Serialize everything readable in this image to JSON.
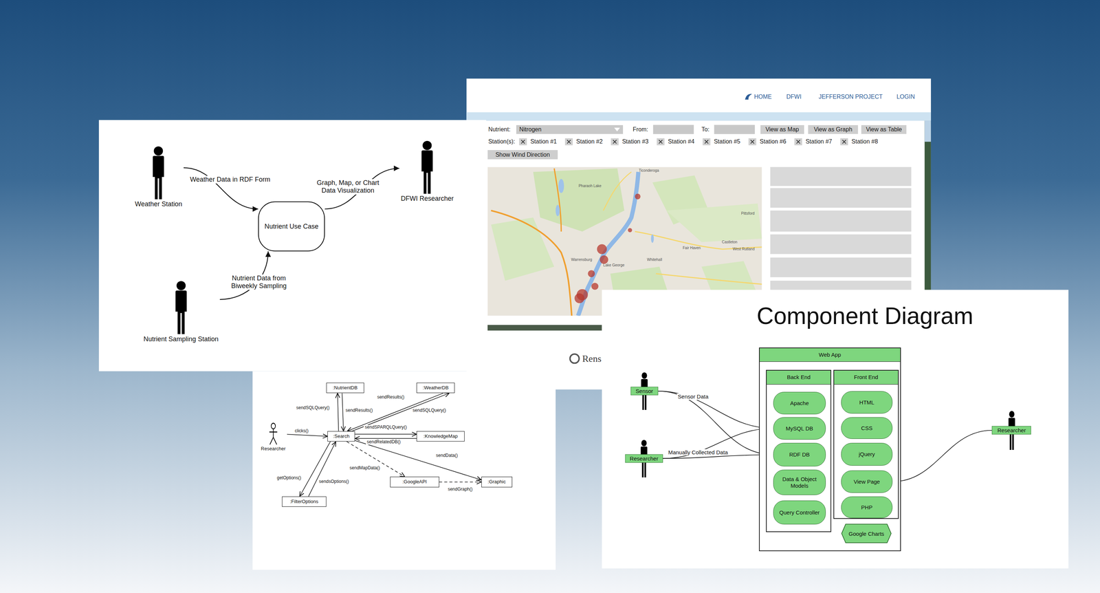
{
  "diagram": {
    "title": "Component Diagram",
    "nodes": [
      {
        "text": [
          "Weather Station"
        ]
      },
      {
        "text": [
          "DFWI Researcher"
        ]
      },
      {
        "text": [
          "Nutrient Use Case"
        ]
      },
      {
        "text": [
          "Nutrient Sampling Station"
        ]
      },
      {
        "text": [
          "Nitrogen"
        ]
      },
      {
        "text": [
          "View as Map"
        ]
      },
      {
        "text": [
          "View as Graph"
        ]
      },
      {
        "text": [
          "View as Table"
        ]
      },
      {
        "text": [
          "Show Wind Direction"
        ]
      },
      {
        "text": [
          ":NutrientDB"
        ]
      },
      {
        "text": [
          ":WeatherDB"
        ]
      },
      {
        "text": [
          "Researcher"
        ]
      },
      {
        "text": [
          ":Search"
        ]
      },
      {
        "text": [
          ":KnowledgeMap"
        ]
      },
      {
        "text": [
          ":GoogleAPI"
        ]
      },
      {
        "text": [
          ":Graphic"
        ]
      },
      {
        "text": [
          ":FilterOptions"
        ]
      },
      {
        "text": [
          "Sensor"
        ]
      },
      {
        "text": [
          "Researcher"
        ]
      },
      {
        "text": [
          "Web App"
        ]
      },
      {
        "text": [
          "Back End"
        ],
        "in": 19
      },
      {
        "text": [
          "Apache"
        ],
        "in": 20
      },
      {
        "text": [
          "MySQL DB"
        ],
        "in": 20
      },
      {
        "text": [
          "RDF DB"
        ],
        "in": 20
      },
      {
        "text": [
          "Data & Object Models"
        ],
        "in": 20
      },
      {
        "text": [
          "Query Controller"
        ],
        "in": 20
      },
      {
        "text": [
          "Front End"
        ],
        "in": 19
      },
      {
        "text": [
          "HTML"
        ],
        "in": 26
      },
      {
        "text": [
          "CSS"
        ],
        "in": 26
      },
      {
        "text": [
          "jQuery"
        ],
        "in": 26
      },
      {
        "text": [
          "View Page"
        ],
        "in": 26
      },
      {
        "text": [
          "PHP"
        ],
        "in": 26
      },
      {
        "text": [
          "Google Charts"
        ],
        "in": 19
      },
      {
        "text": [
          "Researcher"
        ]
      }
    ],
    "edges": [
      {
        "from": 0,
        "to": 2,
        "arrow": "to",
        "label": "Weather Data in RDF Form"
      },
      {
        "from": 3,
        "to": 2,
        "arrow": "to",
        "label": "Nutrient Data from Biweekly Sampling"
      },
      {
        "from": 2,
        "to": 1,
        "arrow": "to",
        "label": "Graph, Map, or Chart Data Visualization"
      },
      {
        "from": 11,
        "to": 12,
        "arrow": "to",
        "label": "clicks()"
      },
      {
        "from": 12,
        "to": 9,
        "arrow": "to",
        "label": "sendSQLQuery()"
      },
      {
        "from": 9,
        "to": 12,
        "arrow": "to",
        "label": "sendResults()"
      },
      {
        "from": 10,
        "to": 12,
        "arrow": "to",
        "label": "sendResults()"
      },
      {
        "from": 12,
        "to": 10,
        "arrow": "to",
        "label": "sendSQLQuery()"
      },
      {
        "from": 12,
        "to": 13,
        "arrow": "to",
        "label": "sendSPARQLQuery()"
      },
      {
        "from": 13,
        "to": 12,
        "arrow": "to",
        "label": "sendRelatedDB()"
      },
      {
        "from": 12,
        "to": 14,
        "arrow": "to",
        "label": "sendMapData()"
      },
      {
        "from": 12,
        "to": 15,
        "arrow": "to",
        "label": "sendData()"
      },
      {
        "from": 14,
        "to": 15,
        "arrow": "to",
        "label": "sendGraph()"
      },
      {
        "from": 12,
        "to": 16,
        "arrow": "to",
        "label": "getOptions()"
      },
      {
        "from": 16,
        "to": 12,
        "arrow": "to",
        "label": "sendsOptions()"
      },
      {
        "from": 17,
        "to": 22,
        "arrow": "to",
        "label": "Sensor Data"
      },
      {
        "from": 17,
        "to": 23,
        "arrow": "to"
      },
      {
        "from": 18,
        "to": 22,
        "arrow": "to",
        "label": "Manually Collected Data"
      },
      {
        "from": 18,
        "to": 23,
        "arrow": "to"
      },
      {
        "from": 24,
        "to": 25,
        "arrow": "to"
      },
      {
        "from": 22,
        "to": 30,
        "arrow": "to"
      },
      {
        "from": 23,
        "to": 30,
        "arrow": "to"
      },
      {
        "from": 33,
        "to": 30,
        "arrow": "to"
      }
    ],
    "labels": [
      "HOME",
      "DFWI",
      "JEFFERSON PROJECT",
      "LOGIN",
      "Nutrient:",
      "From:",
      "To:",
      "Station(s):",
      "Station #1",
      "Station #2",
      "Station #3",
      "Station #4",
      "Station #5",
      "Station #6",
      "Station #7",
      "Station #8",
      "Ticonderoga",
      "Pharaoh Lake",
      "Pittsford",
      "Castleton",
      "Fair Haven",
      "West Rutland",
      "Whitehall",
      "Lake George",
      "Warrensburg",
      "Rens"
    ]
  }
}
